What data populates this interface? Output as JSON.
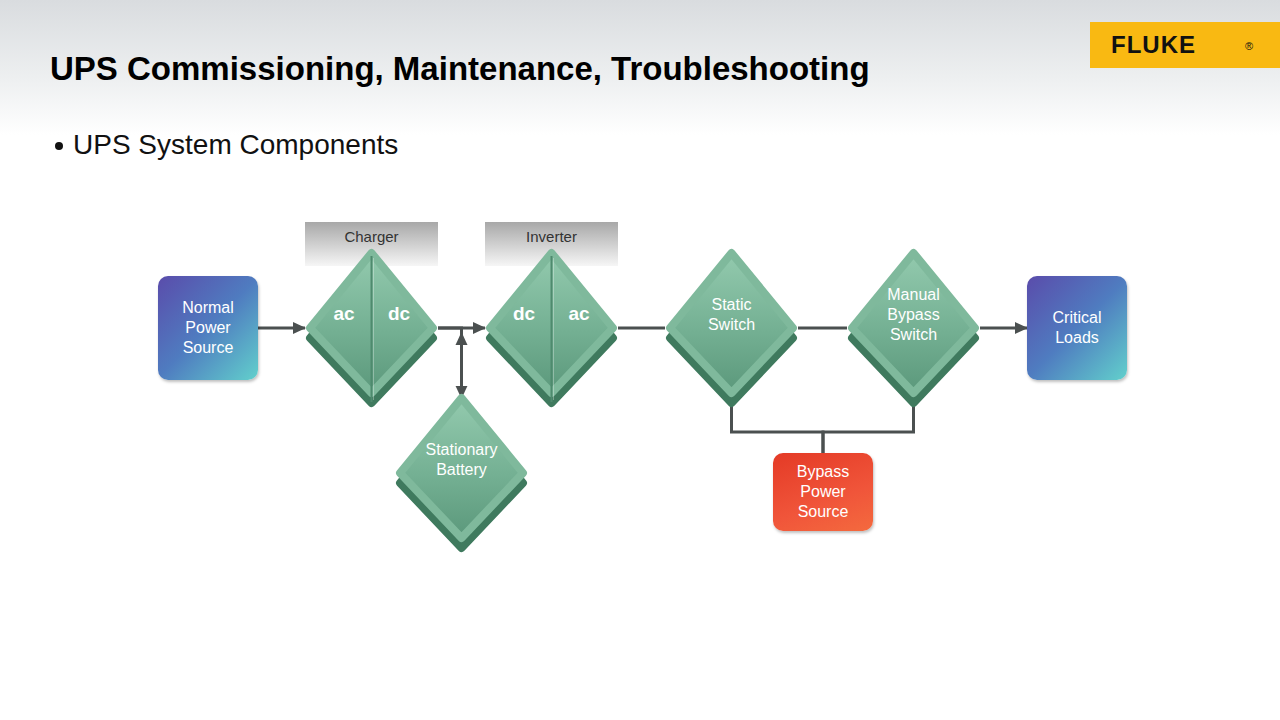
{
  "diagram": {
    "title": "UPS Commissioning, Maintenance, Troubleshooting",
    "nodes": [
      {
        "text": [
          "Normal Power Source"
        ]
      },
      {
        "text": [
          "Charger",
          "ac",
          "dc"
        ]
      },
      {
        "text": [
          "Inverter",
          "dc",
          "ac"
        ]
      },
      {
        "text": [
          "Static Switch"
        ]
      },
      {
        "text": [
          "Manual Bypass Switch"
        ]
      },
      {
        "text": [
          "Critical Loads"
        ]
      },
      {
        "text": [
          "Stationary Battery"
        ]
      },
      {
        "text": [
          "Bypass Power Source"
        ]
      }
    ],
    "edges": [
      {
        "from": 0,
        "to": 1,
        "arrow": "to"
      },
      {
        "from": 1,
        "to": 2,
        "arrow": "to"
      },
      {
        "from": 1,
        "to": 6,
        "arrow": "both"
      },
      {
        "from": 2,
        "to": 3,
        "arrow": "none"
      },
      {
        "from": 3,
        "to": 4,
        "arrow": "none"
      },
      {
        "from": 4,
        "to": 5,
        "arrow": "to"
      },
      {
        "from": 7,
        "to": 3,
        "arrow": "none"
      },
      {
        "from": 7,
        "to": 4,
        "arrow": "none"
      }
    ],
    "labels": [
      "UPS System Components",
      "FLUKE",
      "®"
    ]
  }
}
